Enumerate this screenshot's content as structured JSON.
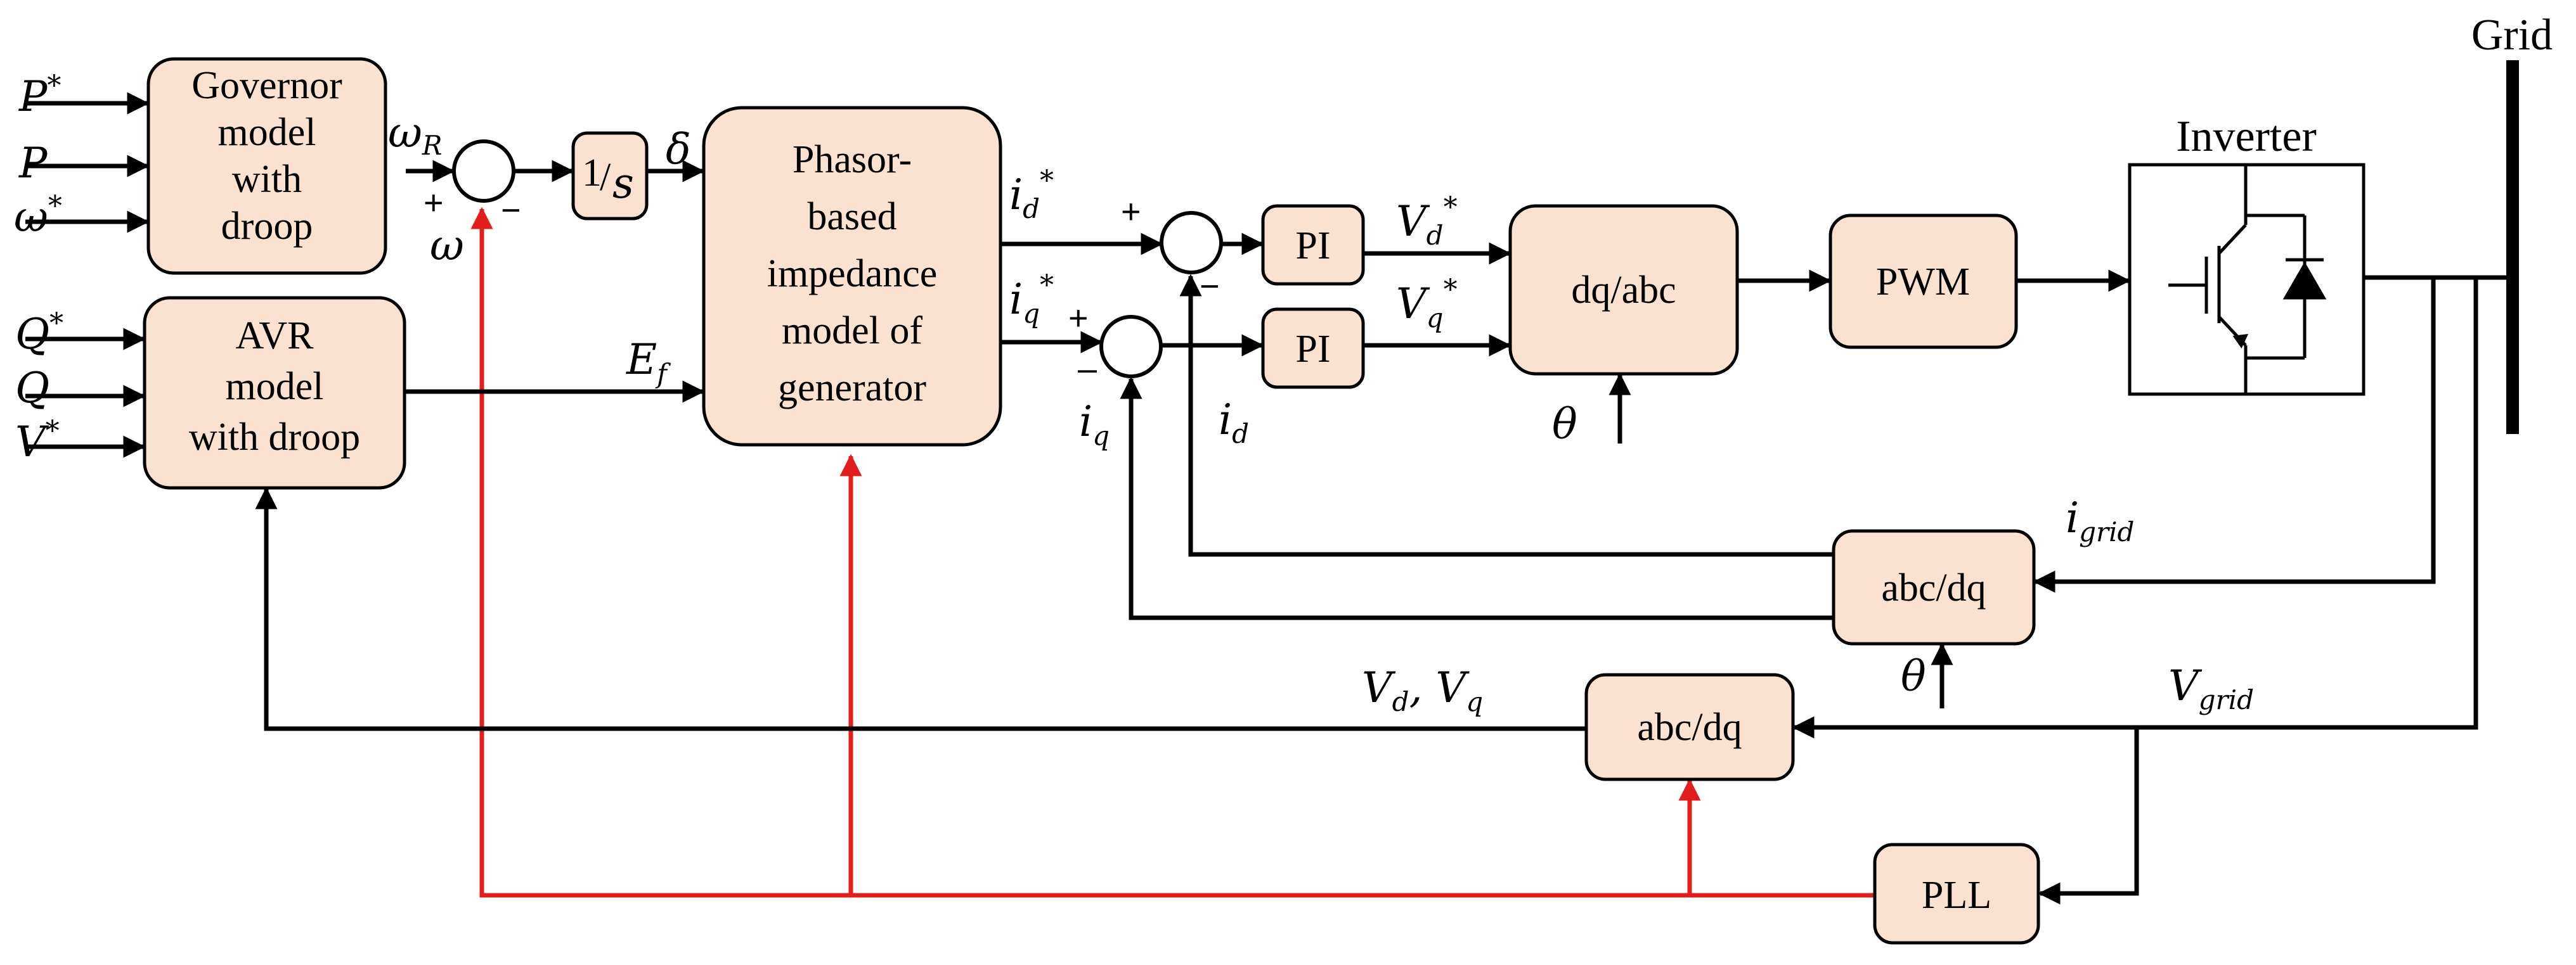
{
  "blocks": {
    "governor": [
      "Governor",
      "model",
      "with",
      "droop"
    ],
    "avr": [
      "AVR",
      "model",
      "with droop"
    ],
    "integrator": {
      "numerator": "1",
      "slash": "/",
      "denominator": "s"
    },
    "phasor": [
      "Phasor-",
      "based",
      "impedance",
      "model of",
      "generator"
    ],
    "pi_d": "PI",
    "pi_q": "PI",
    "dq_abc": "dq/abc",
    "pwm": "PWM",
    "abc_dq_current": "abc/dq",
    "abc_dq_voltage": "abc/dq",
    "pll": "PLL"
  },
  "headings": {
    "inverter": "Inverter",
    "grid": "Grid"
  },
  "inputs": {
    "p_ref": {
      "base": "P",
      "sup": "*"
    },
    "p": {
      "base": "P"
    },
    "w_ref": {
      "base": "ω",
      "sup": "*"
    },
    "q_ref": {
      "base": "Q",
      "sup": "*"
    },
    "q": {
      "base": "Q"
    },
    "v_ref": {
      "base": "V",
      "sup": "*"
    }
  },
  "signals": {
    "omega_r": {
      "base": "ω",
      "sub": "R"
    },
    "omega": {
      "base": "ω"
    },
    "delta": {
      "base": "δ"
    },
    "ef": {
      "base": "E",
      "sub": "f"
    },
    "id_ref": {
      "base": "i",
      "sub": "d",
      "sup": "*"
    },
    "iq_ref": {
      "base": "i",
      "sub": "q",
      "sup": "*"
    },
    "iq": {
      "base": "i",
      "sub": "q"
    },
    "id": {
      "base": "i",
      "sub": "d"
    },
    "vd_ref": {
      "base": "V",
      "sub": "d",
      "sup": "*"
    },
    "vq_ref": {
      "base": "V",
      "sub": "q",
      "sup": "*"
    },
    "theta_1": {
      "base": "θ"
    },
    "theta_2": {
      "base": "θ"
    },
    "i_grid": {
      "base": "i",
      "sub": "grid"
    },
    "v_grid": {
      "base": "V",
      "sub": "grid"
    },
    "vd_vq": {
      "a": "V",
      "a_sub": "d",
      "sep": ", ",
      "b": "V",
      "b_sub": "q"
    }
  },
  "signs": {
    "plus": "+",
    "minus": "−",
    "minus_bar": "–"
  }
}
